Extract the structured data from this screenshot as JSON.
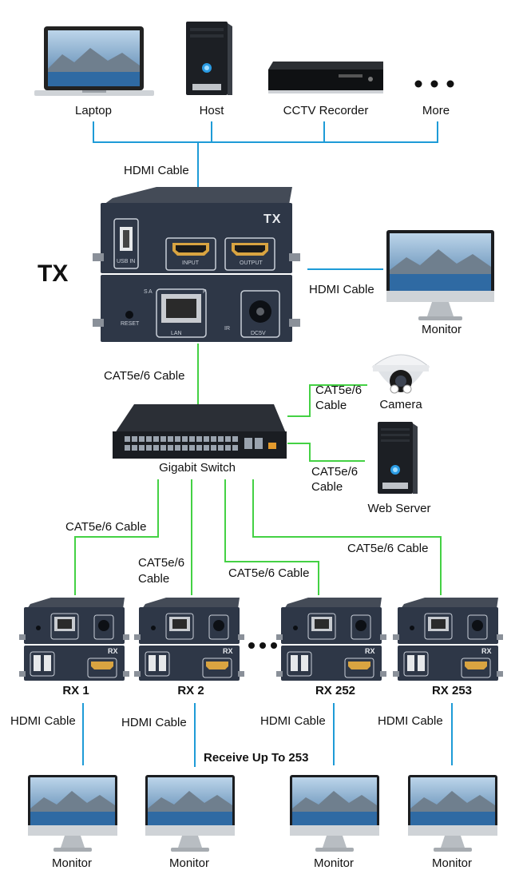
{
  "sources": [
    "Laptop",
    "Host",
    "CCTV Recorder",
    "More"
  ],
  "tx": {
    "side_label": "TX",
    "logo": "TX",
    "ports": [
      "USB IN",
      "INPUT",
      "OUTPUT",
      "LAN",
      "DC5V",
      "RESET",
      "IR",
      "S",
      "A",
      "P"
    ]
  },
  "cables": {
    "sources_to_tx": "HDMI Cable",
    "tx_to_monitor": "HDMI Cable",
    "tx_to_switch": "CAT5e/6 Cable",
    "switch_to_camera": [
      "CAT5e/6",
      "Cable"
    ],
    "switch_to_webserver": [
      "CAT5e/6",
      "Cable"
    ],
    "switch_to_rx1": "CAT5e/6 Cable",
    "switch_to_rx2": [
      "CAT5e/6",
      "Cable"
    ],
    "switch_to_rx252": "CAT5e/6 Cable",
    "switch_to_rx253": "CAT5e/6 Cable",
    "rx_to_monitor": "HDMI Cable"
  },
  "devices": {
    "tx_monitor": "Monitor",
    "camera": "Camera",
    "web_server": "Web Server",
    "switch": "Gigabit Switch"
  },
  "receivers": [
    {
      "name": "RX 1",
      "monitor": "Monitor"
    },
    {
      "name": "RX 2",
      "monitor": "Monitor"
    },
    {
      "name": "RX 252",
      "monitor": "Monitor"
    },
    {
      "name": "RX 253",
      "monitor": "Monitor"
    }
  ],
  "rx_logo": "RX",
  "footer_note": "Receive Up To 253",
  "colors": {
    "hdmi_line": "#1e9bd7",
    "cat_line": "#44d144",
    "device_body": "#2e3747",
    "port_label": "#c9cfd8"
  },
  "icons": [
    "laptop-icon",
    "tower-pc-icon",
    "dvr-icon",
    "more-dots-icon",
    "monitor-icon",
    "dome-camera-icon",
    "network-switch-icon",
    "extender-icon"
  ]
}
